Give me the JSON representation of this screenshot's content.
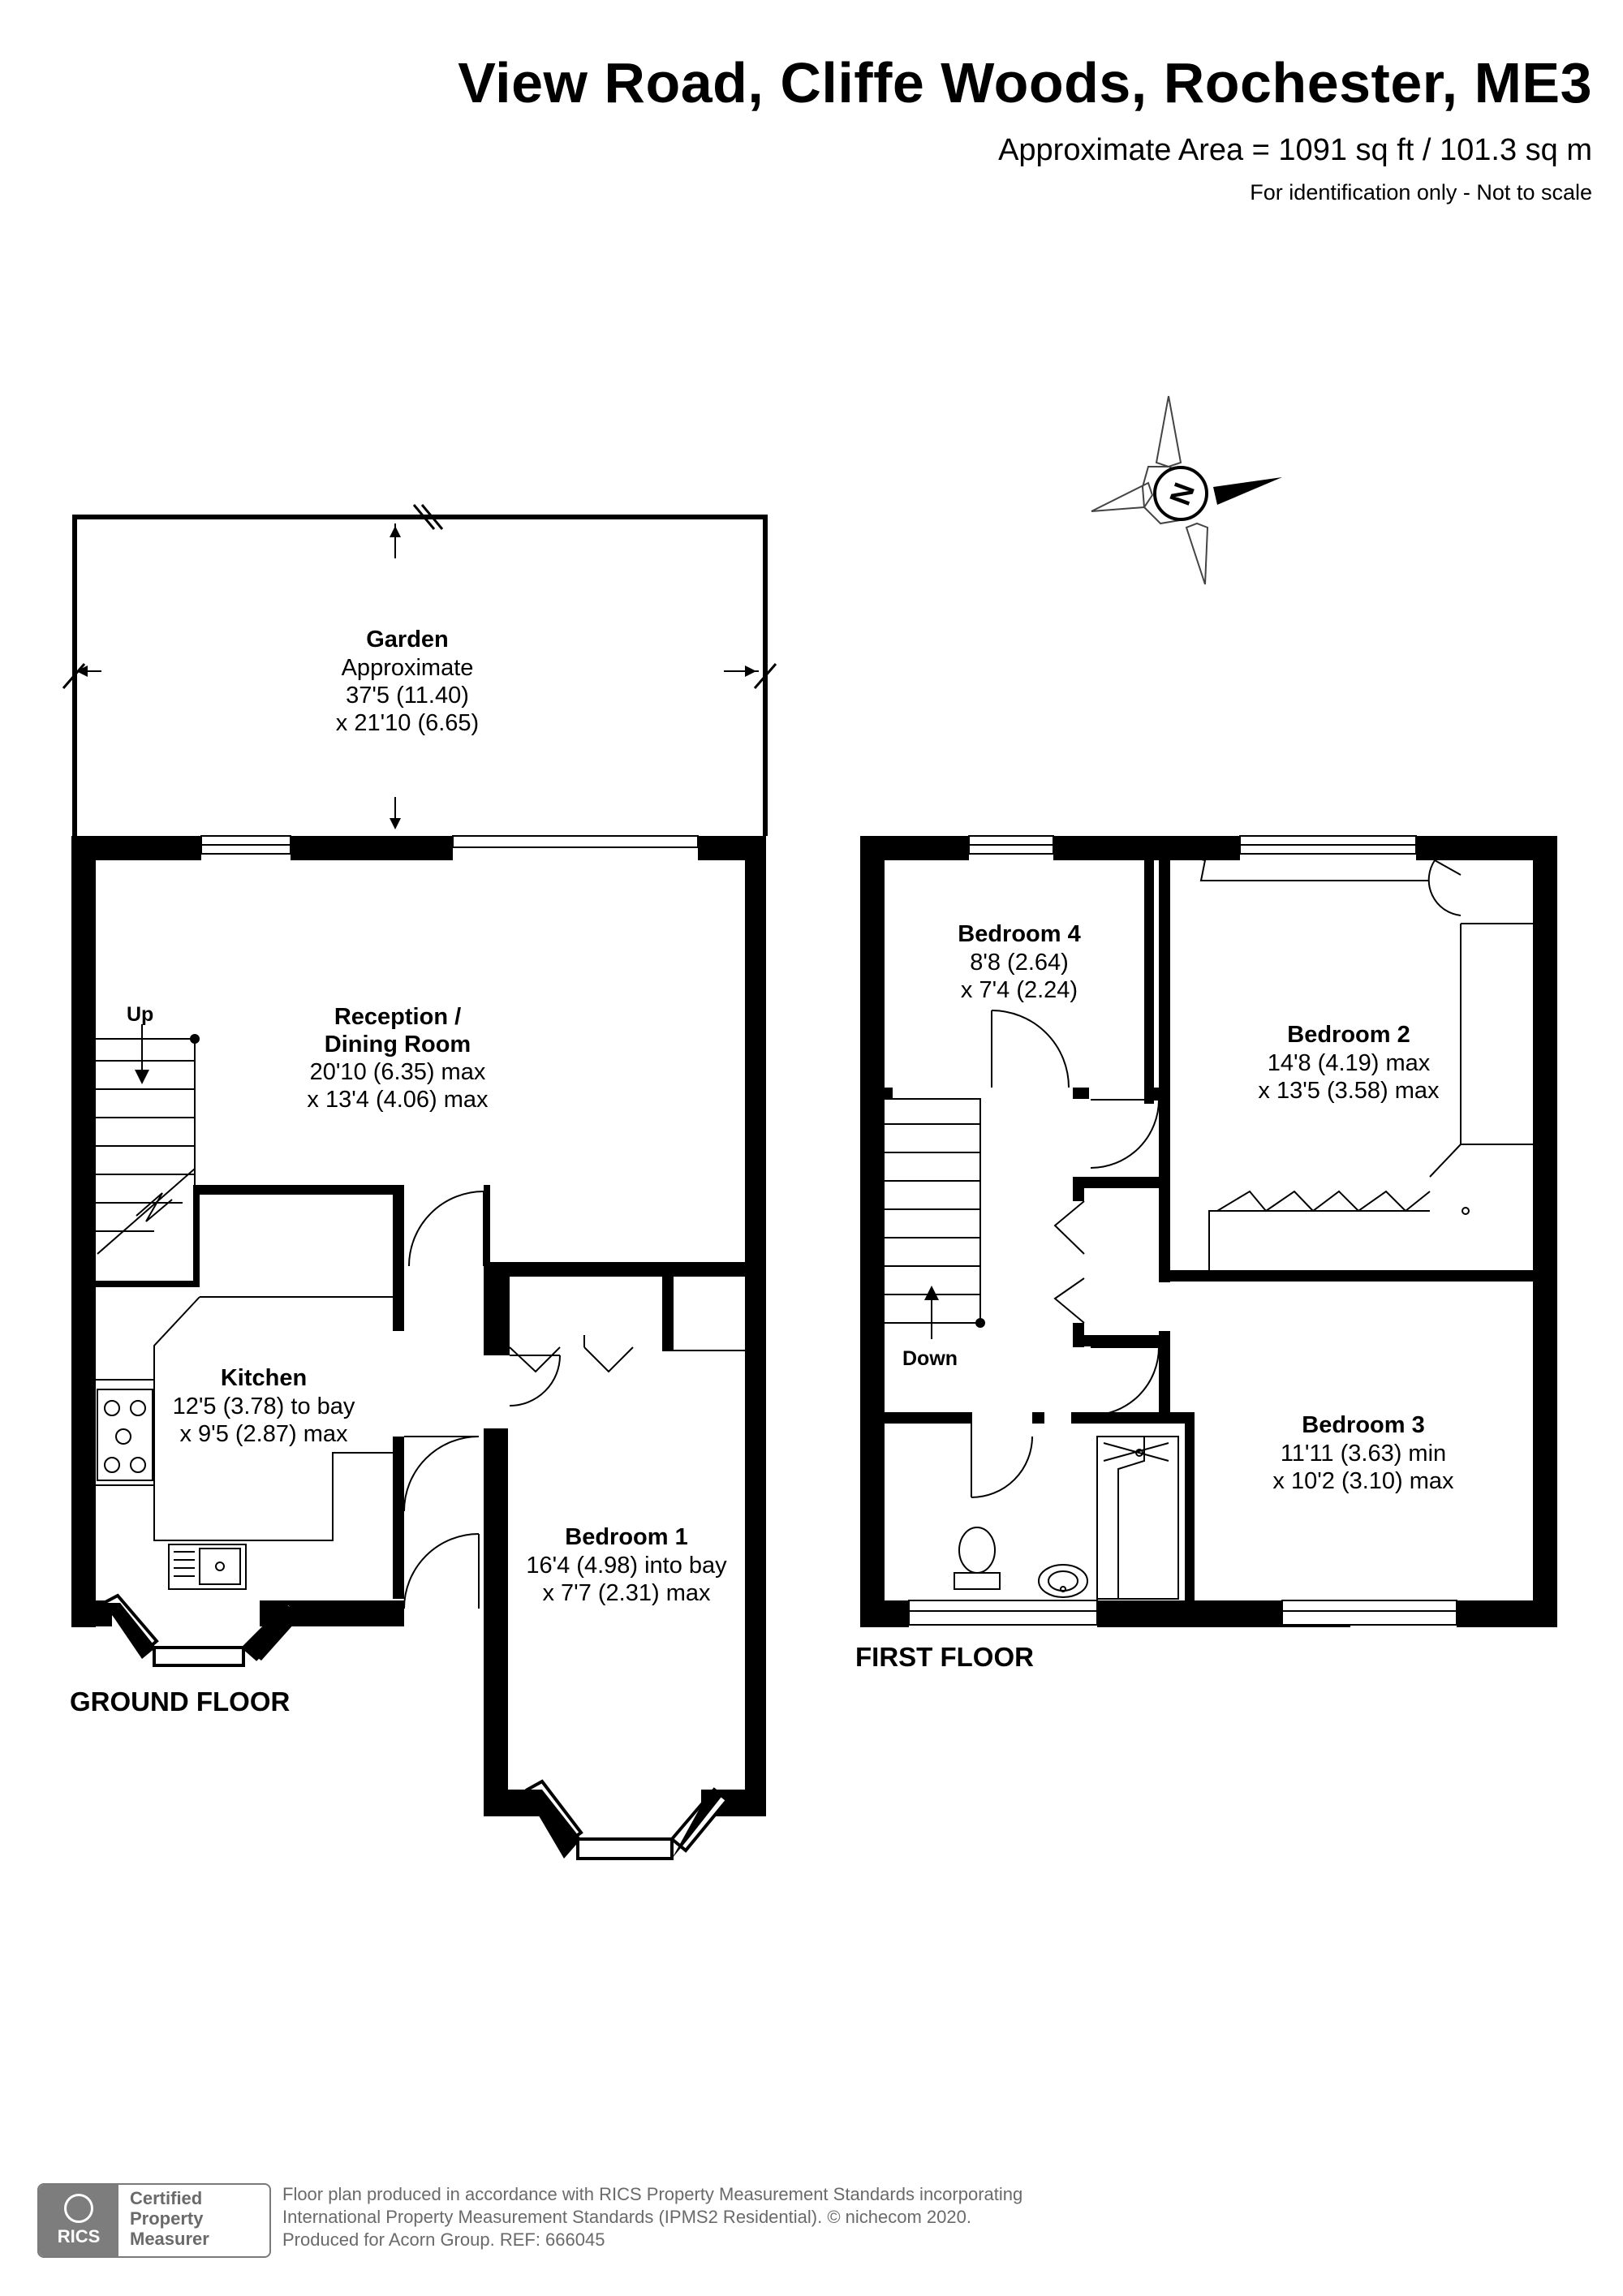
{
  "header": {
    "title": "View Road, Cliffe Woods, Rochester, ME3",
    "area": "Approximate Area = 1091 sq ft / 101.3 sq m",
    "note": "For identification only - Not to scale"
  },
  "compass": {
    "label": "N"
  },
  "ground_floor": {
    "label": "GROUND FLOOR",
    "stairs_label": "Up",
    "rooms": {
      "garden": {
        "name": "Garden",
        "l1": "Approximate",
        "l2": "37'5 (11.40)",
        "l3": "x 21'10 (6.65)"
      },
      "reception": {
        "name1": "Reception /",
        "name2": "Dining Room",
        "l1": "20'10 (6.35) max",
        "l2": "x 13'4 (4.06) max"
      },
      "kitchen": {
        "name": "Kitchen",
        "l1": "12'5 (3.78) to bay",
        "l2": "x 9'5 (2.87) max"
      },
      "bedroom1": {
        "name": "Bedroom 1",
        "l1": "16'4 (4.98) into bay",
        "l2": "x 7'7 (2.31) max"
      }
    }
  },
  "first_floor": {
    "label": "FIRST FLOOR",
    "stairs_label": "Down",
    "rooms": {
      "bedroom4": {
        "name": "Bedroom 4",
        "l1": "8'8 (2.64)",
        "l2": "x 7'4 (2.24)"
      },
      "bedroom2": {
        "name": "Bedroom 2",
        "l1": "14'8 (4.19) max",
        "l2": "x 13'5 (3.58) max"
      },
      "bedroom3": {
        "name": "Bedroom 3",
        "l1": "11'11 (3.63) min",
        "l2": "x 10'2 (3.10) max"
      }
    }
  },
  "footer": {
    "badge_logo": "RICS",
    "badge_l1": "Certified",
    "badge_l2": "Property",
    "badge_l3": "Measurer",
    "line1": "Floor plan produced in accordance with RICS Property Measurement Standards incorporating",
    "line2": "International Property Measurement Standards (IPMS2 Residential).   © nichecom 2020.",
    "line3": "Produced for Acorn Group.   REF:  666045"
  }
}
